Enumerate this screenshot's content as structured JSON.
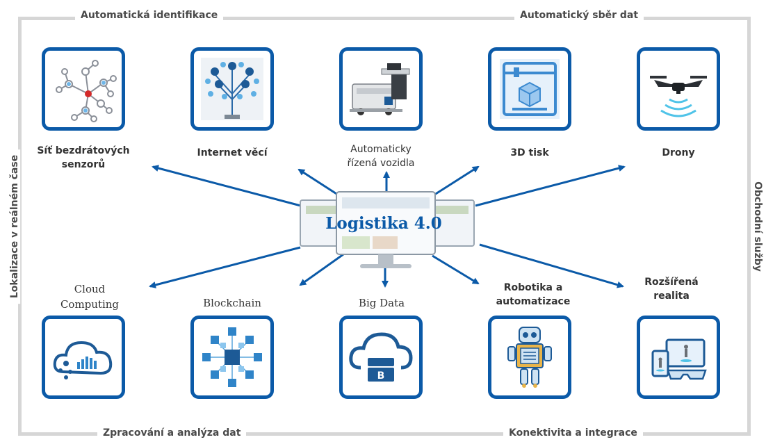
{
  "center": {
    "title": "Logistika 4.0"
  },
  "frame": {
    "top_left": "Automatická identifikace",
    "top_right": "Automatický sběr dat",
    "bottom_left": "Zpracování a analýza dat",
    "bottom_right": "Konektivita a integrace",
    "left": "Lokalizace v reálném čase",
    "right": "Obchodní služby"
  },
  "technologies_top": [
    {
      "label": "Síť bezdrátových\nsenzorů",
      "icon": "sensor-network-icon"
    },
    {
      "label": "Internet věcí",
      "icon": "iot-tree-icon"
    },
    {
      "label": "Automaticky\nřízená vozidla",
      "icon": "agv-icon"
    },
    {
      "label": "3D tisk",
      "icon": "3d-printer-icon"
    },
    {
      "label": "Drony",
      "icon": "drone-icon"
    }
  ],
  "technologies_bottom": [
    {
      "label": "Cloud\nComputing",
      "icon": "cloud-icon"
    },
    {
      "label": "Blockchain",
      "icon": "blockchain-icon"
    },
    {
      "label": "Big Data",
      "icon": "big-data-icon"
    },
    {
      "label": "Robotika a\nautomatizace",
      "icon": "robot-icon"
    },
    {
      "label": "Rozšířená\nrealita",
      "icon": "augmented-reality-icon"
    }
  ],
  "colors": {
    "accent": "#0b5aa8",
    "frame": "#d6d6d6",
    "text": "#333333"
  }
}
